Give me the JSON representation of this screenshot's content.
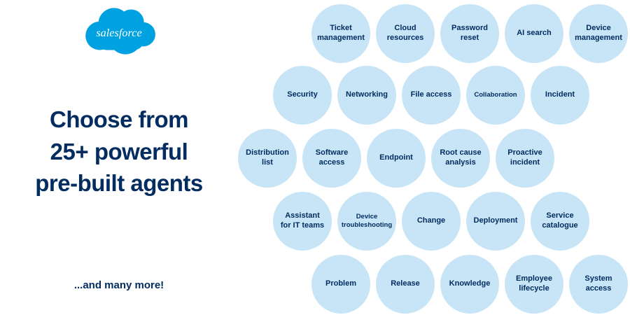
{
  "brand": {
    "name": "salesforce"
  },
  "colors": {
    "navy": "#032D60",
    "bubble_fill": "#C7E5F7",
    "logo_blue": "#00A1E0"
  },
  "headline": {
    "line1": "Choose from",
    "line2": "25+ powerful",
    "line3": "pre-built agents"
  },
  "footnote": "...and many more!",
  "agents": {
    "rows": [
      [
        "Ticket management",
        "Cloud resources",
        "Password reset",
        "AI search",
        "Device management"
      ],
      [
        "Security",
        "Networking",
        "File access",
        "Collaboration",
        "Incident"
      ],
      [
        "Distribution list",
        "Software access",
        "Endpoint",
        "Root cause analysis",
        "Proactive incident"
      ],
      [
        "Assistant for IT teams",
        "Device troubleshooting",
        "Change",
        "Deployment",
        "Service catalogue"
      ],
      [
        "Problem",
        "Release",
        "Knowledge",
        "Employee lifecycle",
        "System access"
      ]
    ]
  }
}
